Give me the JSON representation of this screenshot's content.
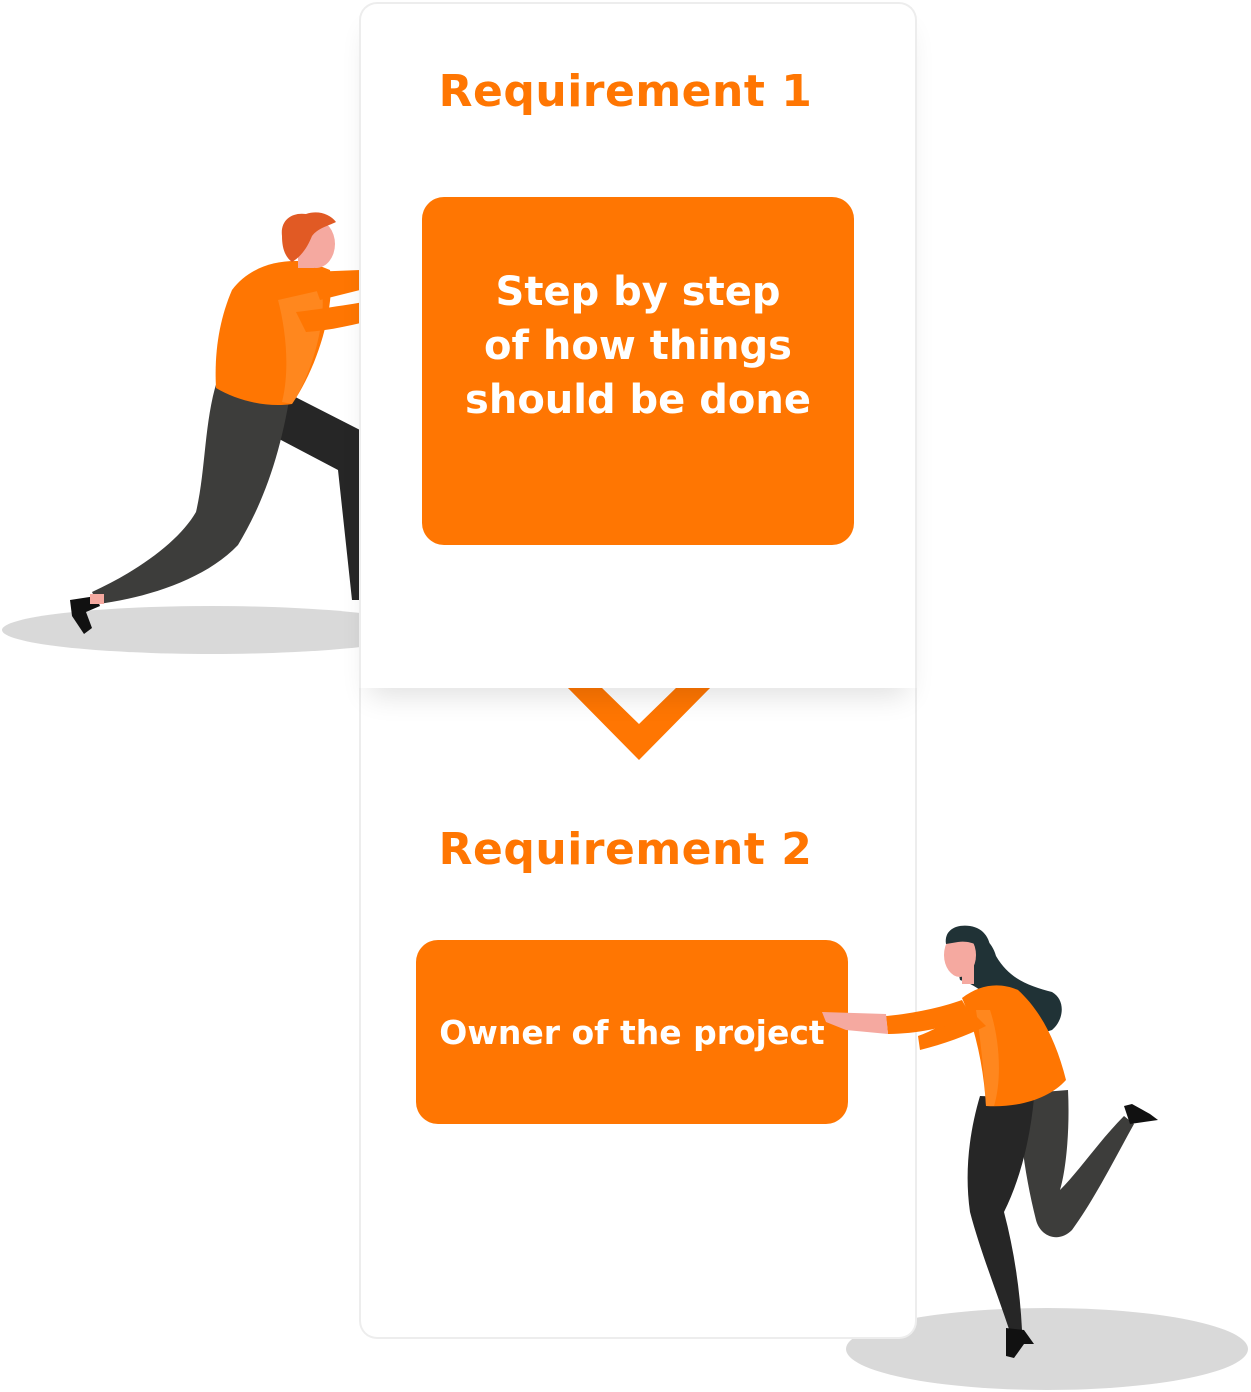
{
  "diagram": {
    "requirement_1": {
      "title": "Requirement 1",
      "description_lines": [
        "Step by step",
        "of how things",
        "should be done"
      ]
    },
    "requirement_2": {
      "title": "Requirement 2",
      "description": "Owner of the project"
    }
  },
  "colors": {
    "accent": "#ff7602",
    "dark_pants": "#3d3d3b",
    "skin": "#f5a9a0",
    "shadow": "#d9d9d9"
  },
  "icons": [
    "man-pushing-figure",
    "woman-pulling-figure",
    "down-arrow-icon"
  ]
}
